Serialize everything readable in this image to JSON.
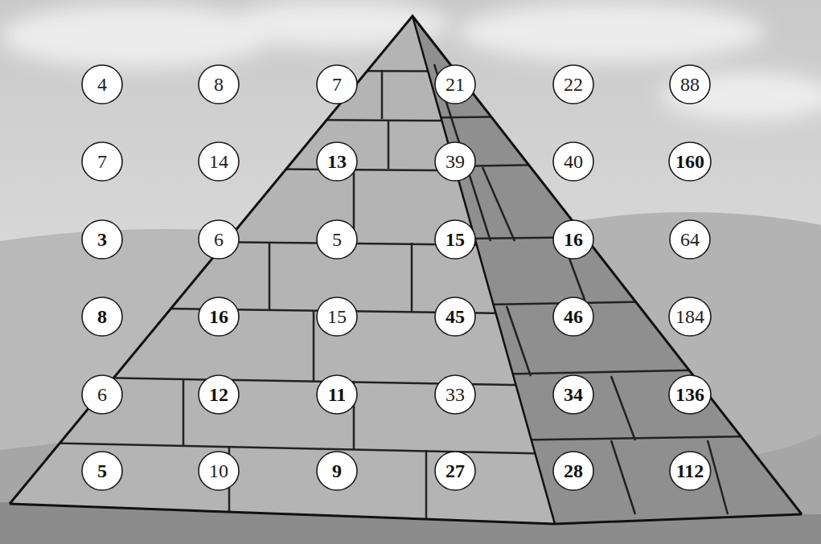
{
  "diagram": {
    "nodes": [
      {
        "text": [
          "4"
        ]
      },
      {
        "text": [
          "8"
        ]
      },
      {
        "text": [
          "7"
        ]
      },
      {
        "text": [
          "21"
        ]
      },
      {
        "text": [
          "22"
        ]
      },
      {
        "text": [
          "88"
        ]
      },
      {
        "text": [
          "7"
        ]
      },
      {
        "text": [
          "14"
        ]
      },
      {
        "text": [
          "13"
        ]
      },
      {
        "text": [
          "39"
        ]
      },
      {
        "text": [
          "40"
        ]
      },
      {
        "text": [
          "160"
        ]
      },
      {
        "text": [
          "3"
        ]
      },
      {
        "text": [
          "6"
        ]
      },
      {
        "text": [
          "5"
        ]
      },
      {
        "text": [
          "15"
        ]
      },
      {
        "text": [
          "16"
        ]
      },
      {
        "text": [
          "64"
        ]
      },
      {
        "text": [
          "8"
        ]
      },
      {
        "text": [
          "16"
        ]
      },
      {
        "text": [
          "15"
        ]
      },
      {
        "text": [
          "45"
        ]
      },
      {
        "text": [
          "46"
        ]
      },
      {
        "text": [
          "184"
        ]
      },
      {
        "text": [
          "6"
        ]
      },
      {
        "text": [
          "12"
        ]
      },
      {
        "text": [
          "11"
        ]
      },
      {
        "text": [
          "33"
        ]
      },
      {
        "text": [
          "34"
        ]
      },
      {
        "text": [
          "136"
        ]
      },
      {
        "text": [
          "5"
        ]
      },
      {
        "text": [
          "10"
        ]
      },
      {
        "text": [
          "9"
        ]
      },
      {
        "text": [
          "27"
        ]
      },
      {
        "text": [
          "28"
        ]
      },
      {
        "text": [
          "112"
        ]
      }
    ]
  }
}
